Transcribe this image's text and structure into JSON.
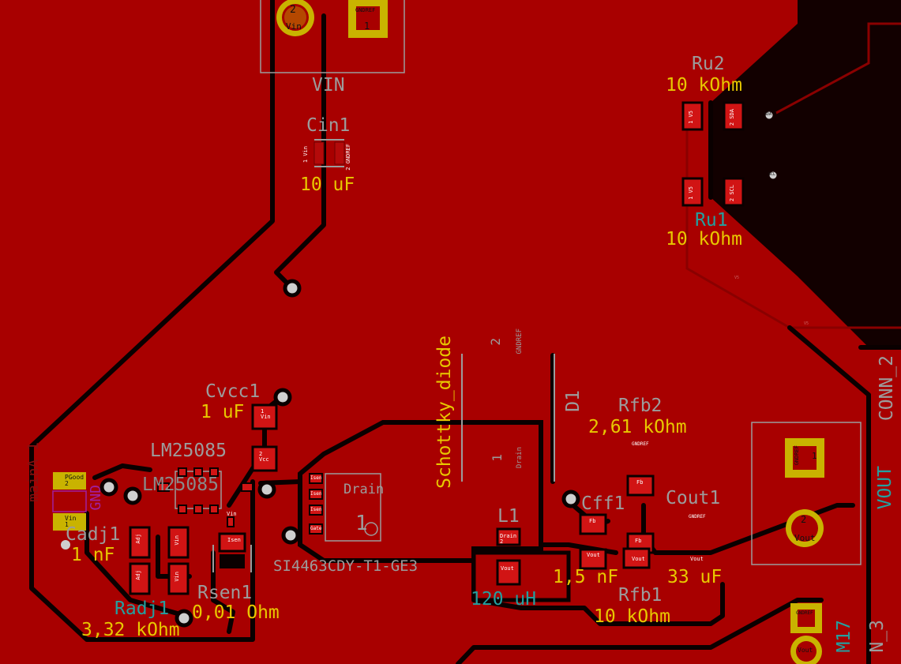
{
  "colors": {
    "board": "#a80000",
    "copper_fill": "#120000",
    "track": "#0a0000",
    "silk_ref": "#9c9c9c",
    "silk_value": "#e8c800",
    "cyan_ref": "#23a0a0",
    "pad_gold": "#c9b300",
    "pad_red": "#d11414"
  },
  "components": {
    "vin": {
      "ref": "VIN",
      "pad2": "2",
      "pad2_net": "Vin",
      "pad1": "1",
      "pad1_net": "GNDREF"
    },
    "cin1": {
      "ref": "Cin1",
      "value": "10 uF",
      "pad1": "1",
      "pad1_net": "Vin",
      "pad2": "2",
      "pad2_net": "GNDREF"
    },
    "ru2": {
      "ref": "Ru2",
      "value": "10 kOhm",
      "pad1": "1",
      "pad1_net": "V5",
      "pad2": "2",
      "pad2_net": "SDA",
      "via": "SDA"
    },
    "ru1": {
      "ref": "Ru1",
      "value": "10 kOhm",
      "pad1": "1",
      "pad1_net": "V5",
      "pad2": "2",
      "pad2_net": "SCL",
      "via": "SCL"
    },
    "cvcc1": {
      "ref": "Cvcc1",
      "value": "1 uF",
      "pad1": "1",
      "pad1_net": "Vin",
      "pad2": "2",
      "pad2_net": "Vcc"
    },
    "lm25085": {
      "ref_silk": "LM25085",
      "ref_fab": "LM25085"
    },
    "cadj1": {
      "ref": "Cadj1",
      "value": "1 nF",
      "pad1_net": "Adj",
      "pad2_net": "Vin"
    },
    "radj1": {
      "ref": "Radj1",
      "value": "3,32 kOhm",
      "pad1_net": "Adj",
      "pad2_net": "Vin"
    },
    "rsen1": {
      "ref": "Rsen1",
      "value": "0,01 Ohm",
      "pad1_net": "Vin",
      "pad2_net": "Isen"
    },
    "q1": {
      "ref": "SI4463CDY-T1-GE3",
      "drain": "Drain",
      "pin1": "1",
      "pins": [
        "Isen",
        "Isen",
        "Isen",
        "Gate"
      ]
    },
    "d1": {
      "ref": "D1",
      "value": "Schottky_diode",
      "pad1": "1",
      "pad1_net": "Drain",
      "pad2": "2",
      "pad2_net": "GNDREF"
    },
    "l1": {
      "ref": "L1",
      "value": "120 uH",
      "pad2": "2",
      "pad2_net": "Drain",
      "pad1": "1",
      "pad1_net": "Vout"
    },
    "rfb2": {
      "ref": "Rfb2",
      "value": "2,61 kOhm",
      "pad2_net": "GNDREF",
      "pad1_net": "Fb"
    },
    "cff1": {
      "ref": "Cff1",
      "value": "1,5 nF",
      "pad2_net": "Fb",
      "pad1_net": "Vout"
    },
    "rfb1": {
      "ref": "Rfb1",
      "value": "10 kOhm",
      "pad2_net": "Fb",
      "pad1_net": "Vout"
    },
    "cout1": {
      "ref": "Cout1",
      "value": "33 uF",
      "pad2_net": "GNDREF",
      "pad1_net": "Vout"
    },
    "vout": {
      "ref": "VOUT",
      "pad1": "1",
      "pad1_net": "GNDREF",
      "pad2": "2",
      "pad2_net": "Vout"
    },
    "conn2": {
      "ref": "CONN_2"
    },
    "conn3": {
      "ref": "N_3"
    },
    "m17": {
      "ref": "M17",
      "pad1_net": "GNDREF",
      "pad2_net": "Vout"
    },
    "left_ic": {
      "ref": "GND",
      "pad1": "1",
      "pad1_net": "Vin",
      "pad2": "2",
      "pad2_net": "PGood"
    },
    "left_vert": {
      "text": "mainA 1"
    }
  },
  "nets": {
    "v5": "V5",
    "vin": "Vin",
    "pgood": "PGood",
    "fb": "Fb",
    "vout": "Vout",
    "gnd": "GNDREF"
  }
}
